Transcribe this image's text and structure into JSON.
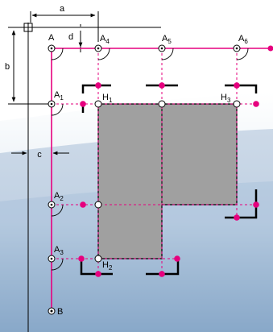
{
  "colors": {
    "magenta": "#e6007e",
    "black": "#000000",
    "fill": "#a0a0a0",
    "sky_light": "#dbe6f0",
    "sky_mid": "#8fb0cf",
    "sky_dark": "#5e87ad"
  },
  "dimensions": {
    "a": "a",
    "b": "b",
    "c": "c",
    "d": "d"
  },
  "points": {
    "A": "A",
    "A1": "A",
    "A1_sub": "1",
    "A2": "A",
    "A2_sub": "2",
    "A3": "A",
    "A3_sub": "3",
    "A4": "A",
    "A4_sub": "4",
    "A5": "A",
    "A5_sub": "5",
    "A6": "A",
    "A6_sub": "6",
    "B": "B",
    "H1": "H",
    "H1_sub": "1",
    "H2": "H",
    "H2_sub": "2",
    "H3": "H",
    "H3_sub": "3"
  },
  "icons": {
    "origin_marker": "square-cross-icon"
  }
}
